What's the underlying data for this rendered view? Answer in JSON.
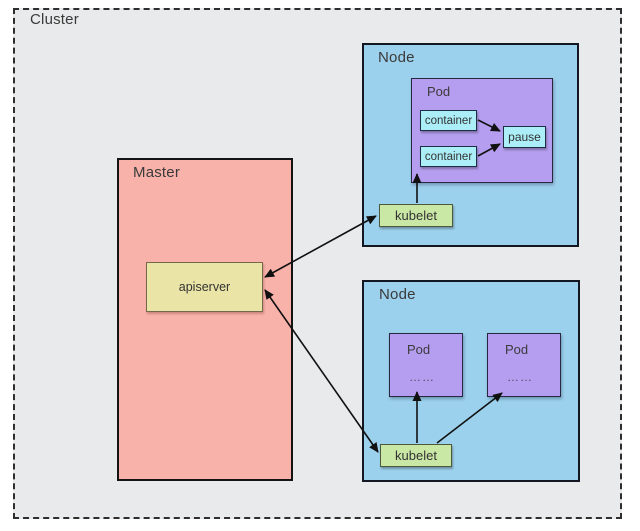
{
  "cluster": {
    "label": "Cluster"
  },
  "master": {
    "label": "Master",
    "apiserver": {
      "label": "apiserver"
    }
  },
  "node_top": {
    "label": "Node",
    "pod": {
      "label": "Pod",
      "container1": "container",
      "container2": "container",
      "pause": "pause"
    },
    "kubelet": "kubelet"
  },
  "node_bottom": {
    "label": "Node",
    "pod1": {
      "label": "Pod",
      "dots": "……"
    },
    "pod2": {
      "label": "Pod",
      "dots": "……"
    },
    "kubelet": "kubelet"
  },
  "edges": [
    {
      "from": "apiserver",
      "to": "node_top.kubelet",
      "bidirectional": true
    },
    {
      "from": "apiserver",
      "to": "node_bottom.kubelet",
      "bidirectional": true
    },
    {
      "from": "node_top.kubelet",
      "to": "node_top.pod",
      "bidirectional": false
    },
    {
      "from": "node_top.pod.container1",
      "to": "node_top.pod.pause",
      "bidirectional": false
    },
    {
      "from": "node_top.pod.container2",
      "to": "node_top.pod.pause",
      "bidirectional": false
    },
    {
      "from": "node_bottom.kubelet",
      "to": "node_bottom.pod1",
      "bidirectional": false
    },
    {
      "from": "node_bottom.kubelet",
      "to": "node_bottom.pod2",
      "bidirectional": false
    }
  ],
  "colors": {
    "canvas_bg": "#ffffff",
    "cluster_bg": "#e9eaeb",
    "cluster_border": "#2e2e2e",
    "master_bg": "#f9b2aa",
    "node_bg": "#9cd1ed",
    "pod_bg": "#b59ef0",
    "container_bg": "#abeef8",
    "kubelet_bg": "#c9e7a5",
    "apiserver_bg": "#eae5a6",
    "arrow": "#111111",
    "text": "#333333"
  }
}
